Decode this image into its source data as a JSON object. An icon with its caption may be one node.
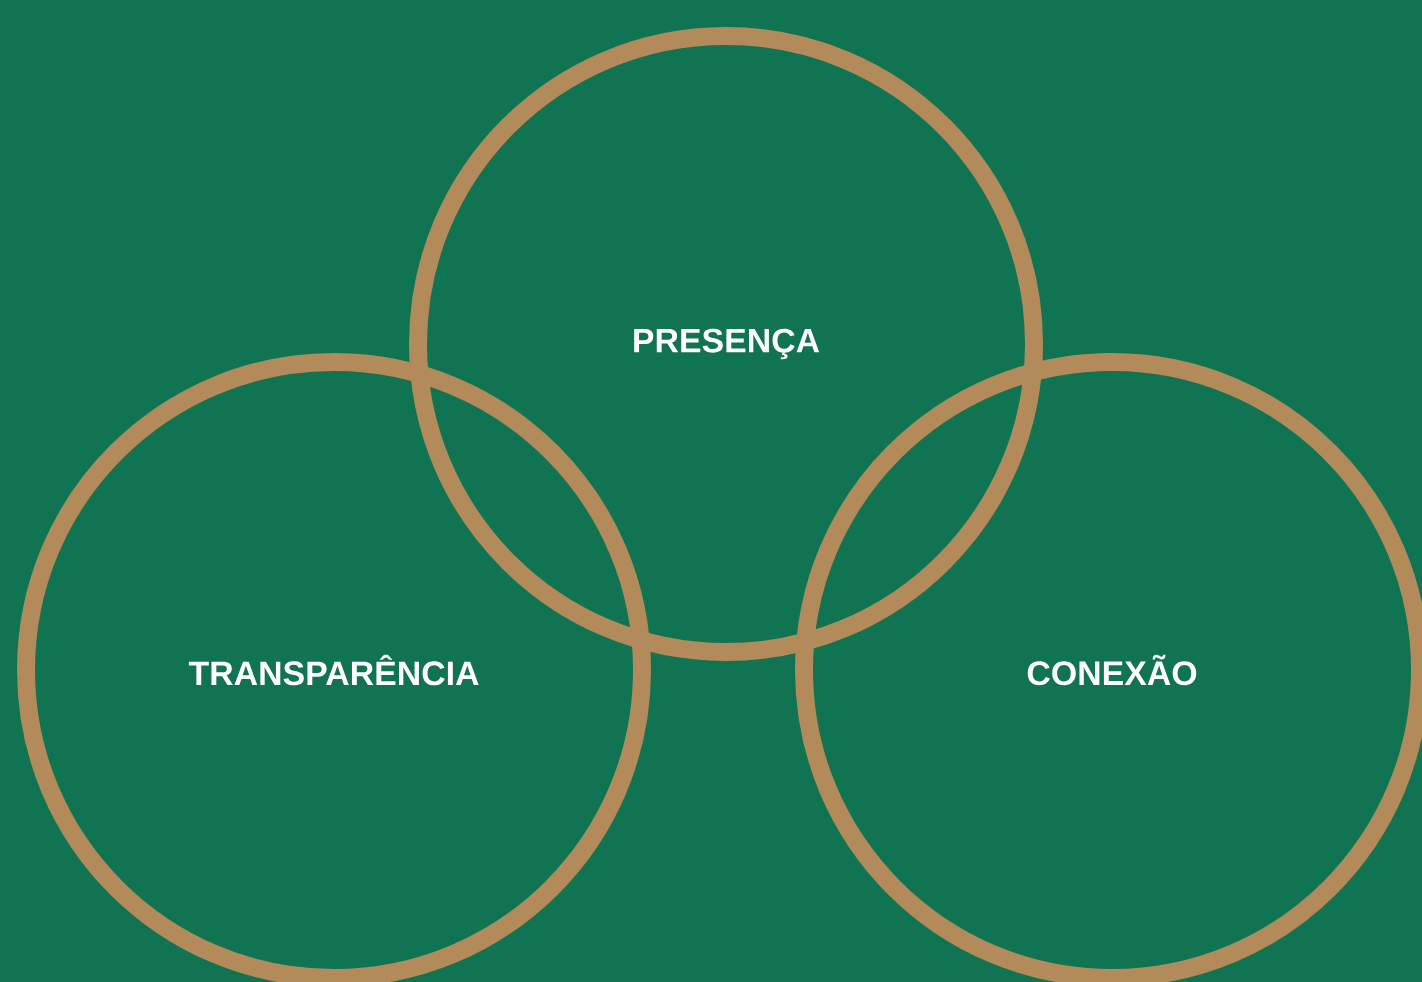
{
  "diagram": {
    "nodes": [
      {
        "text": [
          "PRESENÇA"
        ]
      },
      {
        "text": [
          "TRANSPARÊNCIA"
        ]
      },
      {
        "text": [
          "CONEXÃO"
        ]
      }
    ]
  }
}
